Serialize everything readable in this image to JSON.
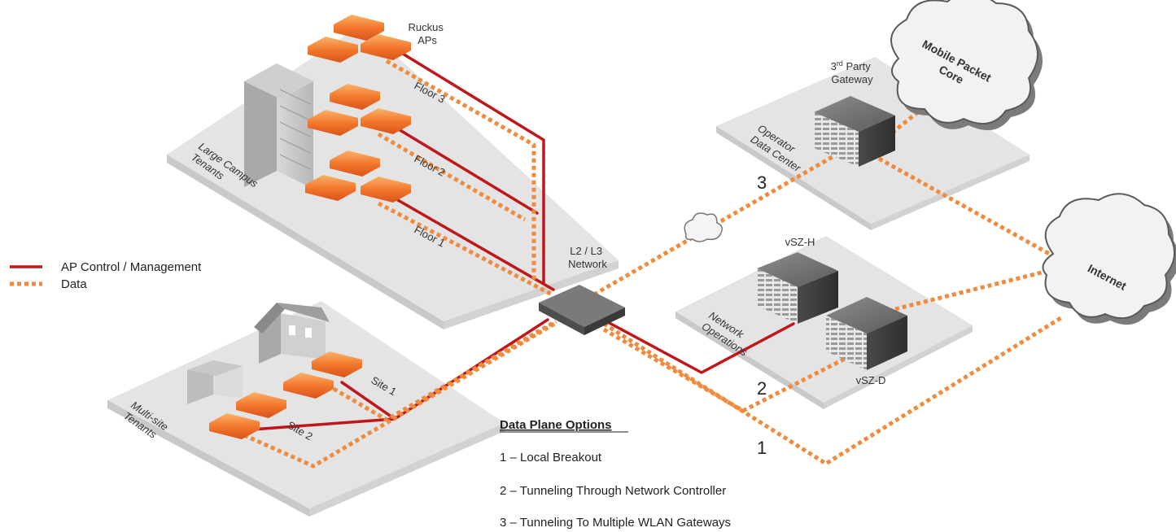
{
  "legend": {
    "control_label": "AP Control / Management",
    "data_label": "Data",
    "control_color": "#c0171b",
    "data_color": "#f08a3c"
  },
  "campus": {
    "label_line1": "Large Campus",
    "label_line2": "Tenants",
    "aps_label_line1": "Ruckus",
    "aps_label_line2": "APs",
    "floors": [
      "Floor 3",
      "Floor 2",
      "Floor 1"
    ]
  },
  "multisite": {
    "label_line1": "Multi-site",
    "label_line2": "Tenants",
    "sites": [
      "Site 1",
      "Site 2"
    ]
  },
  "switch": {
    "label_line1": "L2 / L3",
    "label_line2": "Network"
  },
  "operator": {
    "label_line1": "Operator",
    "label_line2": "Data Center",
    "gateway_line1_main": "3",
    "gateway_line1_sup": "rd",
    "gateway_line1_rest": " Party",
    "gateway_line2": "Gateway"
  },
  "netops": {
    "label_line1": "Network",
    "label_line2": "Operations",
    "vsz_h": "vSZ-H",
    "vsz_d": "vSZ-D"
  },
  "clouds": {
    "mobile_line1": "Mobile Packet",
    "mobile_line2": "Core",
    "internet": "Internet"
  },
  "path_numbers": [
    "1",
    "2",
    "3"
  ],
  "options": {
    "title": "Data Plane Options",
    "items": [
      "1 – Local Breakout",
      "2 – Tunneling Through Network Controller",
      "3 – Tunneling To Multiple WLAN Gateways"
    ]
  }
}
